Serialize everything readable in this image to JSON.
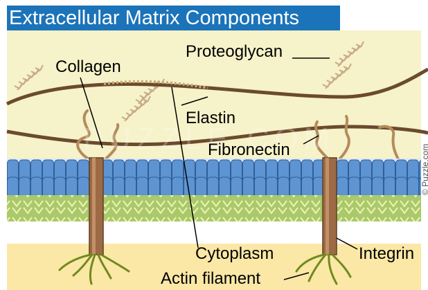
{
  "title": "Extracellular Matrix Components",
  "labels": {
    "proteoglycan": "Proteoglycan",
    "collagen": "Collagen",
    "elastin": "Elastin",
    "fibronectin": "Fibronectin",
    "cytoplasm": "Cytoplasm",
    "integrin": "Integrin",
    "actin_filament": "Actin filament"
  },
  "watermark": "PUZZLE.COM",
  "credit": "© Puzzle.com",
  "colors": {
    "title_bar": "#1b73b9",
    "matrix_background": "#f6f2c9",
    "cytoplasm": "#fbe7a6",
    "phospholipid_head": "#5e94d2",
    "lipid_tail_layer": "#a9c96a",
    "fiber": "#6b4a2e",
    "integrin": "#9c6b45",
    "actin": "#6f8a1e"
  },
  "icons": [
    "proteoglycan-icon",
    "collagen-fiber",
    "elastin-fiber",
    "fibronectin-fiber",
    "integrin-icon",
    "actin-filament-icon",
    "lipid-bilayer"
  ]
}
